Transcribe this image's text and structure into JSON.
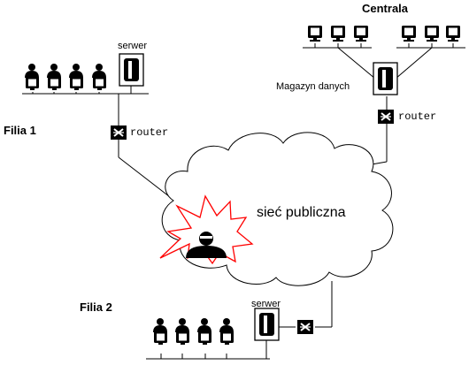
{
  "labels": {
    "centrala": "Centrala",
    "magazyn": "Magazyn danych",
    "router_right": "router",
    "filia1": "Filia 1",
    "serwer1": "serwer",
    "router_left": "router",
    "siec": "sieć publiczna",
    "filia2": "Filia 2",
    "serwer2": "serwer"
  },
  "colors": {
    "line": "#000000",
    "intruder_burst": "#ff0000",
    "background": "#ffffff"
  },
  "icons": {
    "workstation": "computer-monitor-icon",
    "server": "server-tower-icon",
    "router": "router-icon",
    "person": "user-at-desk-icon",
    "intruder": "hacker-icon",
    "network": "cloud-icon"
  }
}
